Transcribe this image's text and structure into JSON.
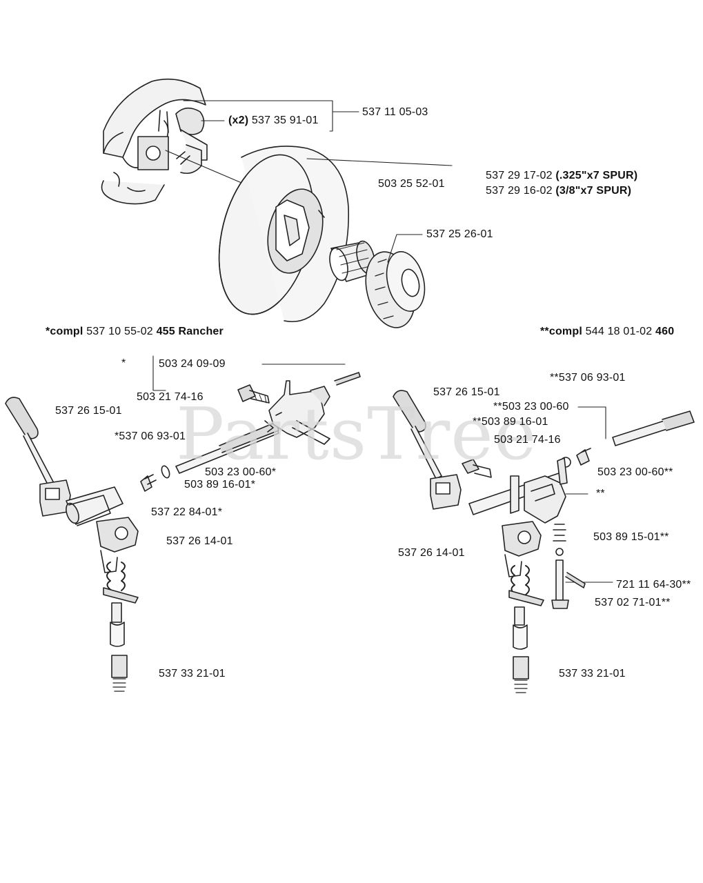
{
  "watermark": {
    "text": "PartsTree",
    "tm": "™"
  },
  "top": {
    "shoe_qty": "(x2)",
    "shoe_part": "537 35 91-01",
    "clutch_assembly": "537 11 05-03",
    "drum_part": "503 25 52-01",
    "sprocket_325_part": "537 29 17-02",
    "sprocket_325_desc": "(.325\"x7 SPUR)",
    "sprocket_38_part": "537 29 16-02",
    "sprocket_38_desc": "(3/8\"x7 SPUR)",
    "bearing_part": "537 25 26-01"
  },
  "left": {
    "header_prefix": "*compl",
    "header_part": "537 10 55-02",
    "header_model": "455 Rancher",
    "asterisk": "*",
    "labels": {
      "p503240909": "503 24 09-09",
      "p503217416": "503 21 74-16",
      "p537261501": "537 26 15-01",
      "p537069301": "*537 06 93-01",
      "p503230060": "503 23 00-60*",
      "p503891601": "503 89 16-01*",
      "p537228401": "537 22 84-01*",
      "p537261401": "537 26 14-01",
      "p537332101": "537 33 21-01"
    }
  },
  "right": {
    "header_prefix": "**compl",
    "header_part": "544 18 01-02",
    "header_model": "460",
    "labels": {
      "p537069301": "**537 06 93-01",
      "p537261501": "537 26 15-01",
      "p503230060a": "**503 23 00-60",
      "p503891601": "**503 89 16-01",
      "p503217416": "503 21 74-16",
      "p503230060b": "503 23 00-60**",
      "double_asterisk": "**",
      "p503891501": "503 89 15-01**",
      "p537261401": "537 26 14-01",
      "p721116430": "721 11 64-30**",
      "p537027101": "537 02 71-01**",
      "p537332101": "537 33 21-01"
    }
  }
}
